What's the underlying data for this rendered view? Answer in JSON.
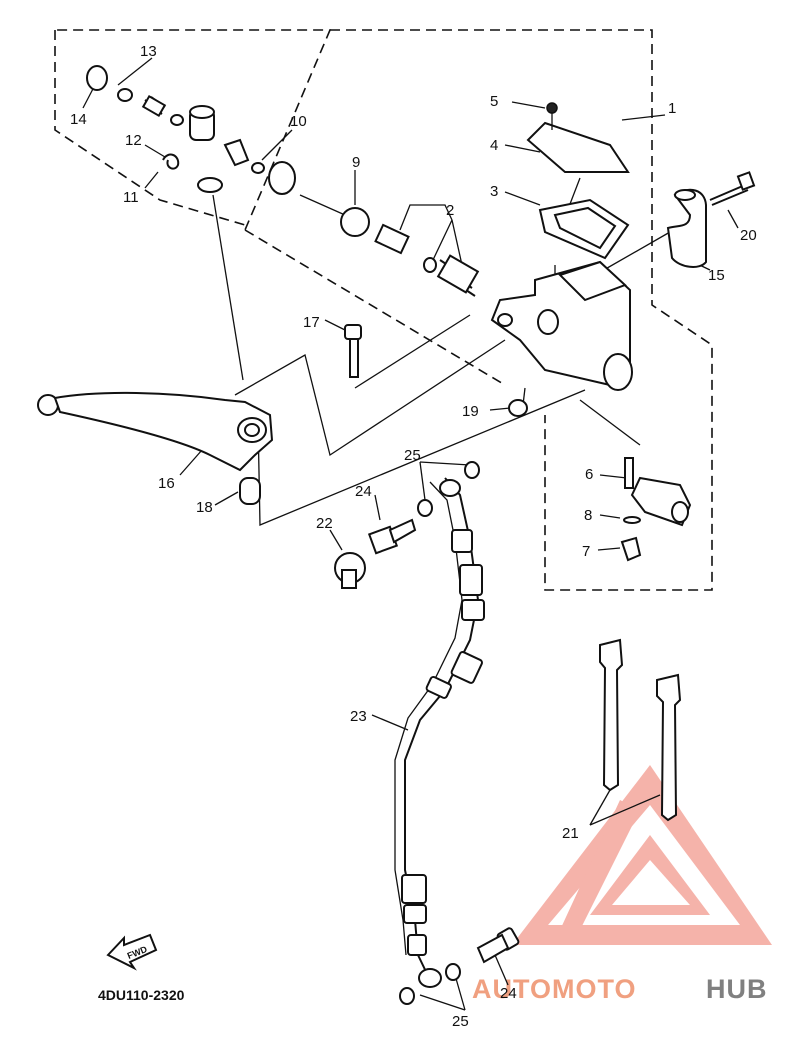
{
  "diagram": {
    "callouts": [
      "1",
      "2",
      "3",
      "4",
      "5",
      "6",
      "7",
      "8",
      "9",
      "10",
      "11",
      "12",
      "13",
      "14",
      "15",
      "16",
      "17",
      "18",
      "19",
      "20",
      "21",
      "22",
      "23",
      "24",
      "24",
      "25",
      "25"
    ],
    "code": "4DU110-2320",
    "fwd_label": "FWD",
    "watermark": {
      "part1": "AUTOMOTO",
      "part2": "HUB",
      "accent_color": "#f08070",
      "gray_color": "#808080"
    }
  }
}
